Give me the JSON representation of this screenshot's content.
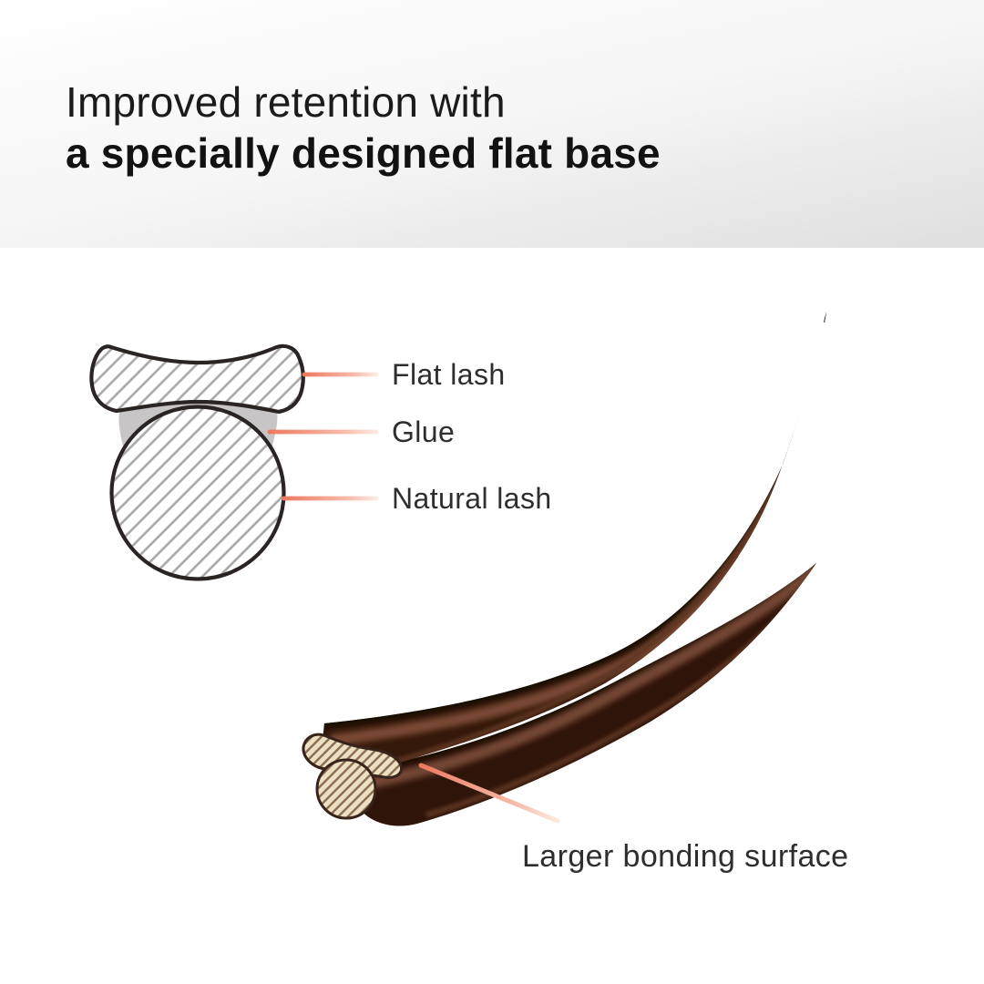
{
  "header": {
    "title_line1": "Improved retention with",
    "title_line2": "a specially designed flat base"
  },
  "labels": {
    "flat_lash": "Flat lash",
    "glue": "Glue",
    "natural_lash": "Natural lash",
    "bonding_surface": "Larger bonding surface"
  },
  "colors": {
    "leader_line": "#ed7a60",
    "leader_line_fade": "#fdeae2",
    "glue_fill": "#c7c5c6",
    "cross_section_outline": "#2a2423",
    "hatch_line": "#a8a8a8",
    "lash_body_dark": "#2f1409",
    "lash_body_highlight": "#7a4a34",
    "cut_face_fill": "#ecdfc3",
    "cut_face_stripe": "#8a6c50",
    "header_gradient_end": "#e0dfdf",
    "label_text": "#2e2e2e",
    "title_text": "#121212"
  }
}
